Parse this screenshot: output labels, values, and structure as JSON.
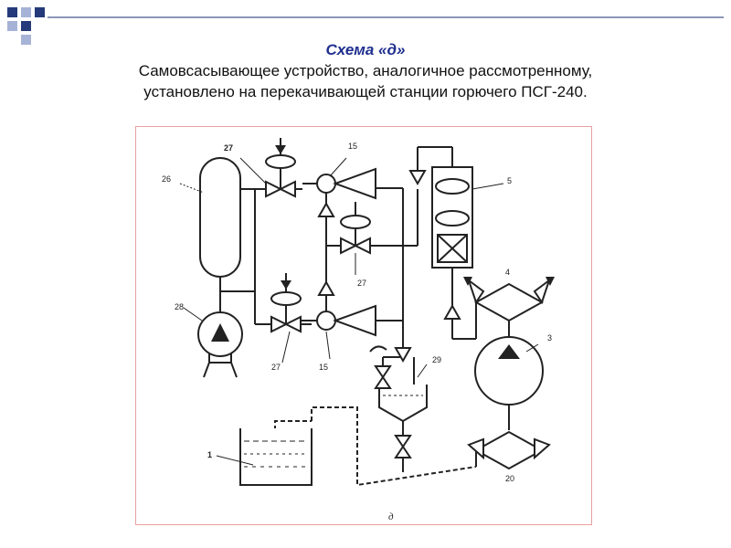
{
  "slide": {
    "title": "Схема «д»",
    "subtitle_line1": "Самовсасывающее устройство, аналогичное рассмотренному,",
    "subtitle_line2": "установлено на перекачивающей станции горючего ПСГ-240."
  },
  "diagram": {
    "labels": {
      "l27_top": "27",
      "l15_top": "15",
      "l5": "5",
      "l26": "26",
      "l27_mid": "27",
      "l4": "4",
      "l28": "28",
      "l3": "3",
      "l27_bottom": "27",
      "l15_bottom": "15",
      "l29": "29",
      "l1": "1",
      "l20": "20",
      "caption": "д"
    }
  },
  "colors": {
    "title": "#1f2f8f",
    "frame_border": "#e8a0a0",
    "deco_navy": "#243a7a",
    "deco_light": "#a6b3d6"
  }
}
